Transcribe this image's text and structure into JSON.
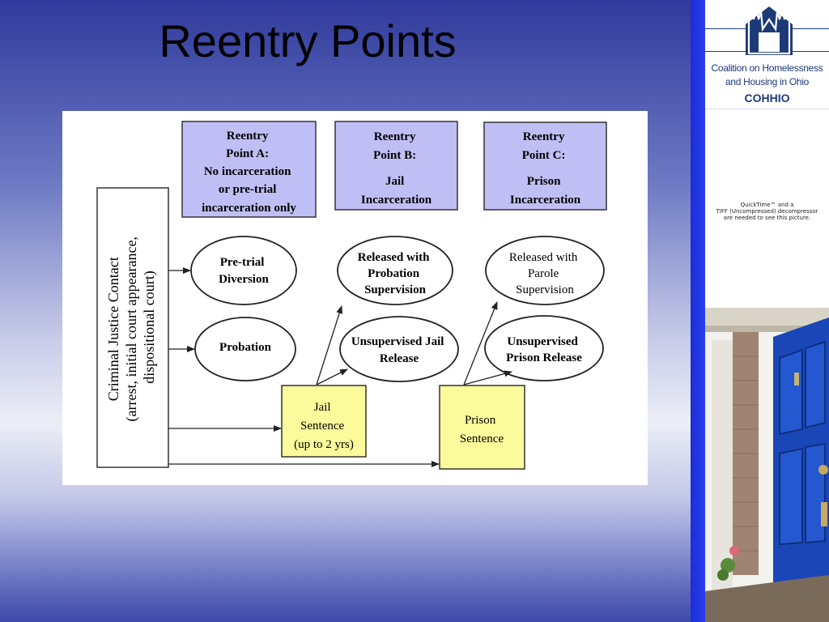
{
  "slide": {
    "title": "Reentry Points"
  },
  "diagram": {
    "side_label": {
      "lines": [
        "Criminal Justice Contact",
        "(arrest, initial court appearance,",
        "dispositional court)"
      ]
    },
    "reentry_points": [
      {
        "lines": [
          "Reentry",
          "Point A:",
          "No incarceration",
          "or pre-trial",
          "incarceration only"
        ]
      },
      {
        "lines": [
          "Reentry",
          "Point B:",
          "Jail",
          "Incarceration"
        ]
      },
      {
        "lines": [
          "Reentry",
          "Point C:",
          "Prison",
          "Incarceration"
        ]
      }
    ],
    "outcomes": {
      "pretrial_diversion": [
        "Pre-trial",
        "Diversion"
      ],
      "probation": [
        "Probation"
      ],
      "probation_supervision": [
        "Released with",
        "Probation",
        "Supervision"
      ],
      "unsupervised_jail": [
        "Unsupervised Jail",
        "Release"
      ],
      "parole_supervision": [
        "Released with",
        "Parole",
        "Supervision"
      ],
      "unsupervised_prison": [
        "Unsupervised",
        "Prison Release"
      ]
    },
    "sentences": {
      "jail": [
        "Jail",
        "Sentence",
        "(up to 2 yrs)"
      ],
      "prison": [
        "Prison",
        "Sentence"
      ]
    },
    "colors": {
      "reentry_box_fill": "#c0bff5",
      "sentence_box_fill": "#fbfb9b",
      "stroke": "#222222"
    }
  },
  "sidebar": {
    "org_name_line1": "Coalition on Homelessness",
    "org_name_line2": "and Housing in Ohio",
    "org_abbrev": "COHHIO",
    "logo_icon": "hands-house-icon",
    "quicktime_lines": [
      "QuickTime™ and a",
      "TIFF (Uncompressed) decompressor",
      "are needed to see this picture."
    ],
    "photo": "blue-door-photo"
  }
}
